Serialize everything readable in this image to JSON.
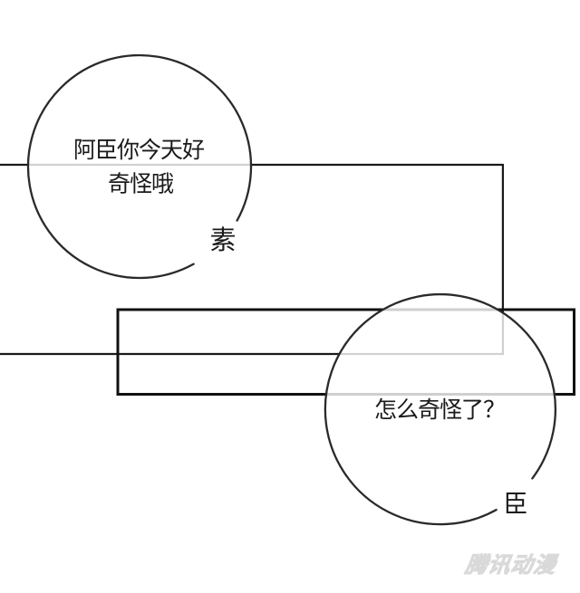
{
  "panel": {
    "type": "comic-page-panel",
    "bubbles": [
      {
        "speaker": "素",
        "lines": [
          "阿臣你今天好",
          "奇怪哦"
        ]
      },
      {
        "speaker": "臣",
        "lines": [
          "怎么奇怪了？"
        ]
      }
    ]
  },
  "watermark": {
    "text": "腾讯动漫"
  },
  "colors": {
    "background": "#ffffff",
    "frame_line": "#1a1a1a",
    "frame_line_2": "#111111",
    "bubble_stroke": "#2a2a2a",
    "bubble_fill": "#ffffff",
    "text": "#1a1a1a",
    "watermark": "#d9d9d9"
  }
}
